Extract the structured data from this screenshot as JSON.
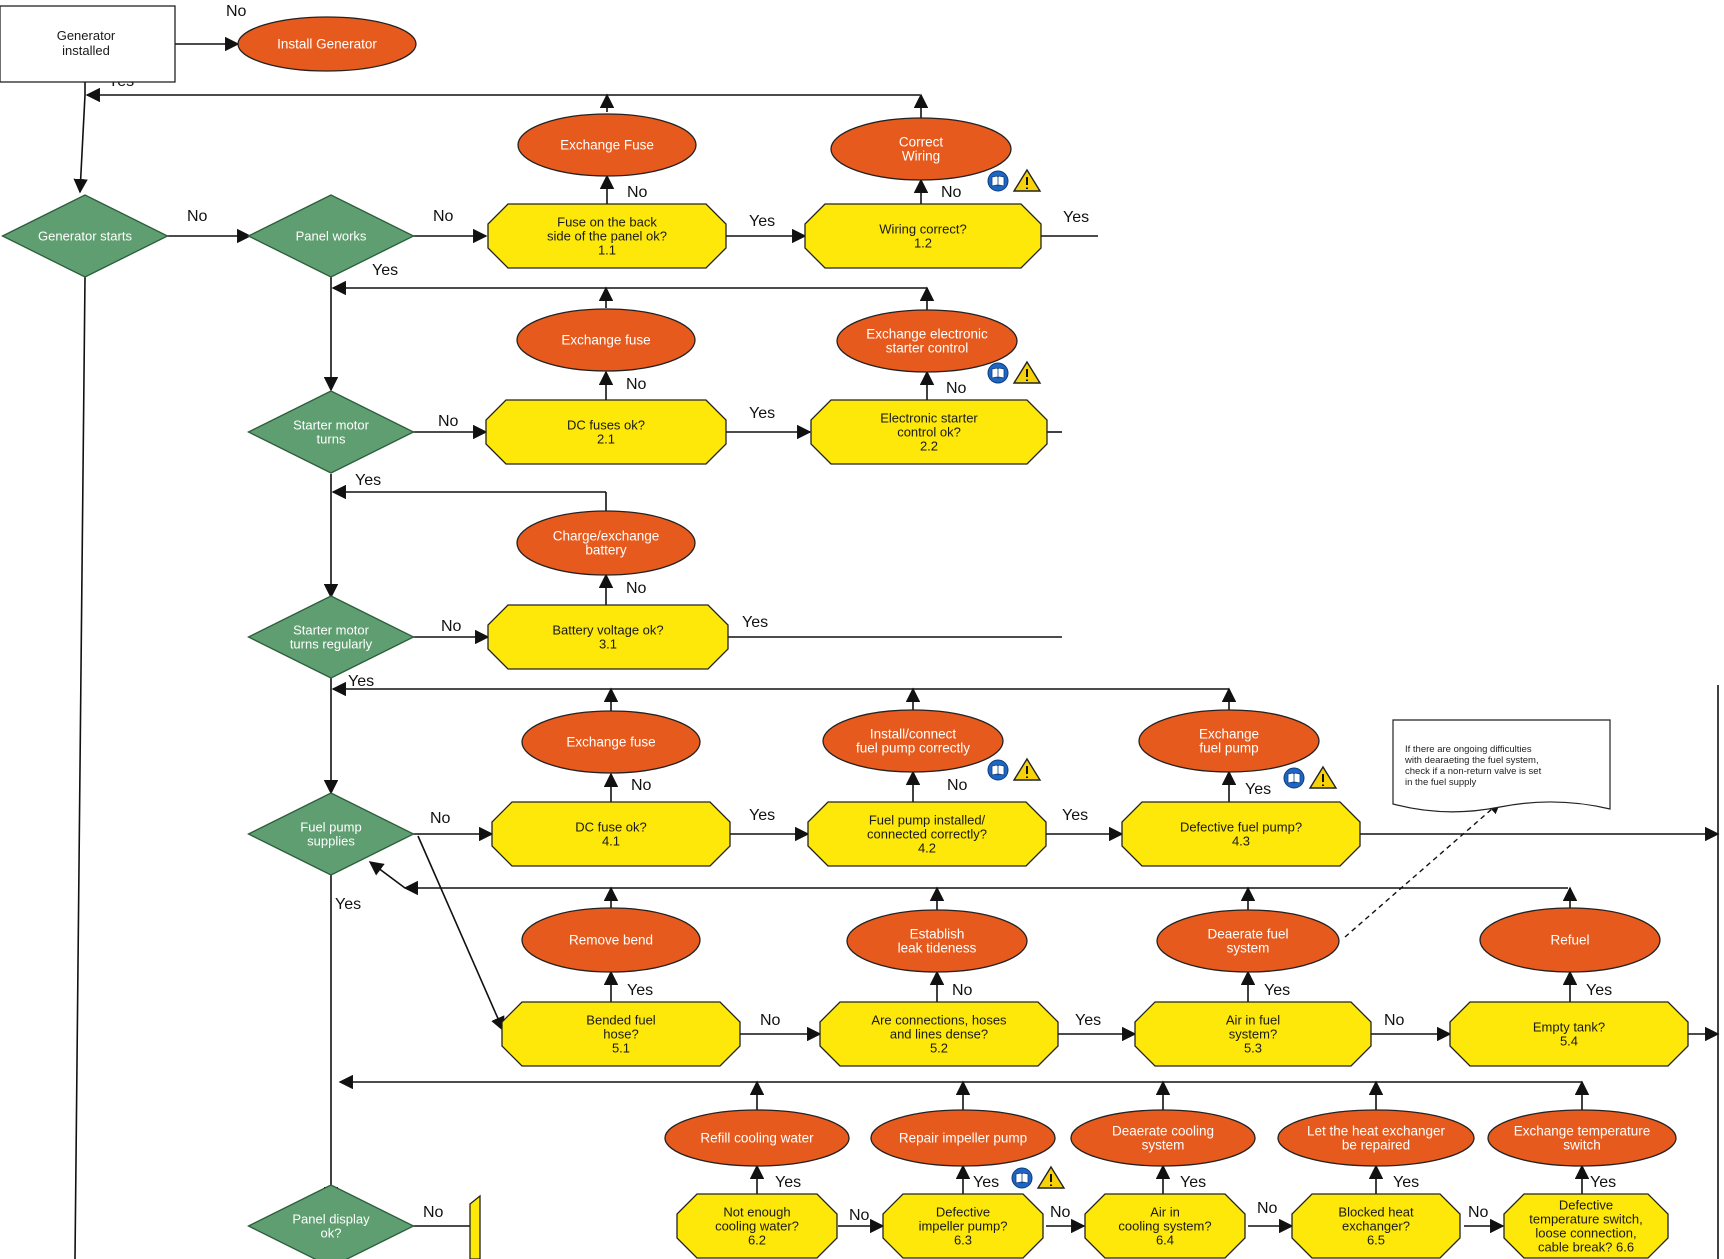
{
  "start": {
    "label": "Generator\ninstalled"
  },
  "diamonds": {
    "d_start": "Generator starts",
    "d_panel": "Panel works",
    "d_starter": "Starter motor\nturns",
    "d_regular": "Starter motor\nturns regularly",
    "d_fuel": "Fuel pump\nsupplies",
    "d_display": "Panel display\nok?"
  },
  "ovals": {
    "o_install": "Install Generator",
    "o_11": "Exchange Fuse",
    "o_12": "Correct\nWiring",
    "o_21": "Exchange fuse",
    "o_22": "Exchange electronic\nstarter control",
    "o_31": "Charge/exchange\nbattery",
    "o_41": "Exchange fuse",
    "o_42": "Install/connect\nfuel pump correctly",
    "o_43": "Exchange\nfuel pump",
    "o_51": "Remove bend",
    "o_52": "Establish\nleak tideness",
    "o_53": "Deaerate fuel\nsystem",
    "o_54": "Refuel",
    "o_62": "Refill cooling water",
    "o_63": "Repair impeller pump",
    "o_64": "Deaerate cooling\nsystem",
    "o_65": "Let the heat exchanger\nbe repaired",
    "o_66": "Exchange temperature\nswitch"
  },
  "checks": {
    "c_11": "Fuse on the back\nside of the panel ok?\n1.1",
    "c_12": "Wiring correct?\n1.2",
    "c_21": "DC fuses ok?\n2.1",
    "c_22": "Electronic starter\ncontrol ok?\n2.2",
    "c_31": "Battery voltage ok?\n3.1",
    "c_41": "DC fuse ok?\n4.1",
    "c_42": "Fuel pump installed/\nconnected correctly?\n4.2",
    "c_43": "Defective fuel pump?\n4.3",
    "c_51": "Bended fuel\nhose?\n5.1",
    "c_52": "Are connections, hoses\nand lines dense?\n5.2",
    "c_53": "Air in fuel\nsystem?\n5.3",
    "c_54": "Empty tank?\n5.4",
    "c_62": "Not enough\ncooling water?\n6.2",
    "c_63": "Defective\nimpeller pump?\n6.3",
    "c_64": "Air in\ncooling system?\n6.4",
    "c_65": "Blocked heat\nexchanger?\n6.5",
    "c_66": "Defective\ntemperature switch,\nloose connection,\ncable break? 6.6"
  },
  "note": "If there are ongoing difficulties\nwith dearaeting the fuel system,\ncheck if a non-return valve is set\nin the fuel supply",
  "edge_labels": {
    "yes": "Yes",
    "no": "No"
  },
  "colors": {
    "check": "#fde80a",
    "action": "#e65a1d",
    "decision": "#5f9e70",
    "icon": "#1f66c4",
    "warn": "#f5d20a"
  }
}
